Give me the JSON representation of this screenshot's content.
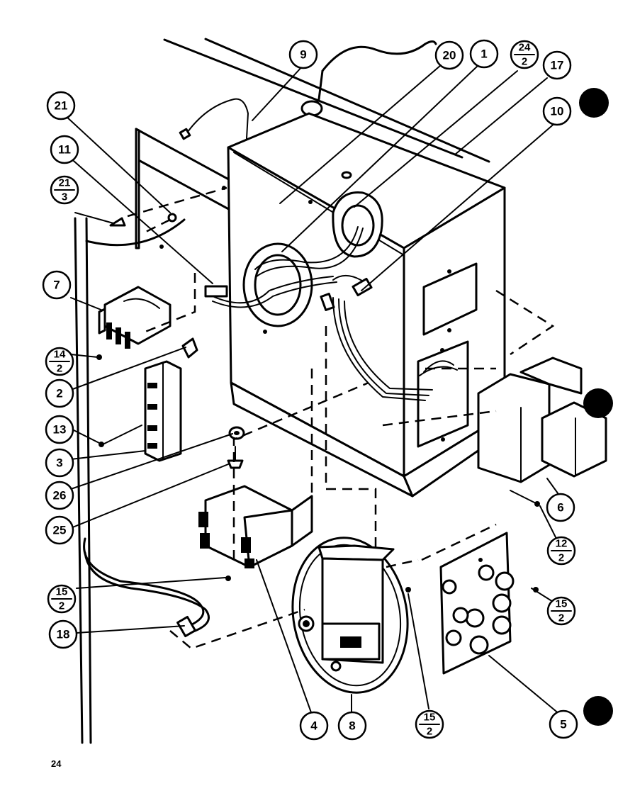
{
  "page_number": "24",
  "callouts": {
    "c9": "9",
    "c20": "20",
    "c1": "1",
    "c24_2": [
      "24",
      "2"
    ],
    "c17": "17",
    "c21": "21",
    "c10": "10",
    "c11": "11",
    "c21_3": [
      "21",
      "3"
    ],
    "c7": "7",
    "c14_2": [
      "14",
      "2"
    ],
    "c2": "2",
    "c13": "13",
    "c3": "3",
    "c26": "26",
    "c25": "25",
    "c15_2a": [
      "15",
      "2"
    ],
    "c18": "18",
    "c4": "4",
    "c8": "8",
    "c15_2b": [
      "15",
      "2"
    ],
    "c5": "5",
    "c6": "6",
    "c12_2": [
      "12",
      "2"
    ],
    "c15_2c": [
      "15",
      "2"
    ]
  }
}
